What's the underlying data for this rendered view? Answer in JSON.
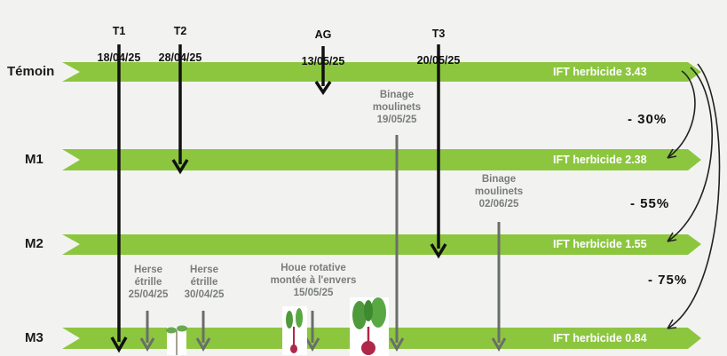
{
  "rows": [
    {
      "name": "Témoin",
      "ift": "IFT herbicide 3.43"
    },
    {
      "name": "M1",
      "ift": "IFT herbicide 2.38"
    },
    {
      "name": "M2",
      "ift": "IFT herbicide 1.55"
    },
    {
      "name": "M3",
      "ift": "IFT herbicide 0.84"
    }
  ],
  "treatments": [
    {
      "name": "T1",
      "date": "18/04/25"
    },
    {
      "name": "T2",
      "date": "28/04/25"
    },
    {
      "name": "AG",
      "date": "13/05/25"
    },
    {
      "name": "T3",
      "date": "20/05/25"
    }
  ],
  "mechanical": [
    {
      "text": "Binage\nmoulinets\n19/05/25"
    },
    {
      "text": "Binage\nmoulinets\n02/06/25"
    },
    {
      "text": "Herse\nétrille\n25/04/25"
    },
    {
      "text": "Herse\nétrille\n30/04/25"
    },
    {
      "text": "Houe rotative\nmontée à l'envers\n15/05/25"
    }
  ],
  "reductions": [
    "- 30%",
    "- 55%",
    "- 75%"
  ],
  "colors": {
    "band": "#8cc63f",
    "black_arrow": "#111111",
    "grey_arrow": "#6a6e6a",
    "grey_text": "#7a7d7a"
  }
}
